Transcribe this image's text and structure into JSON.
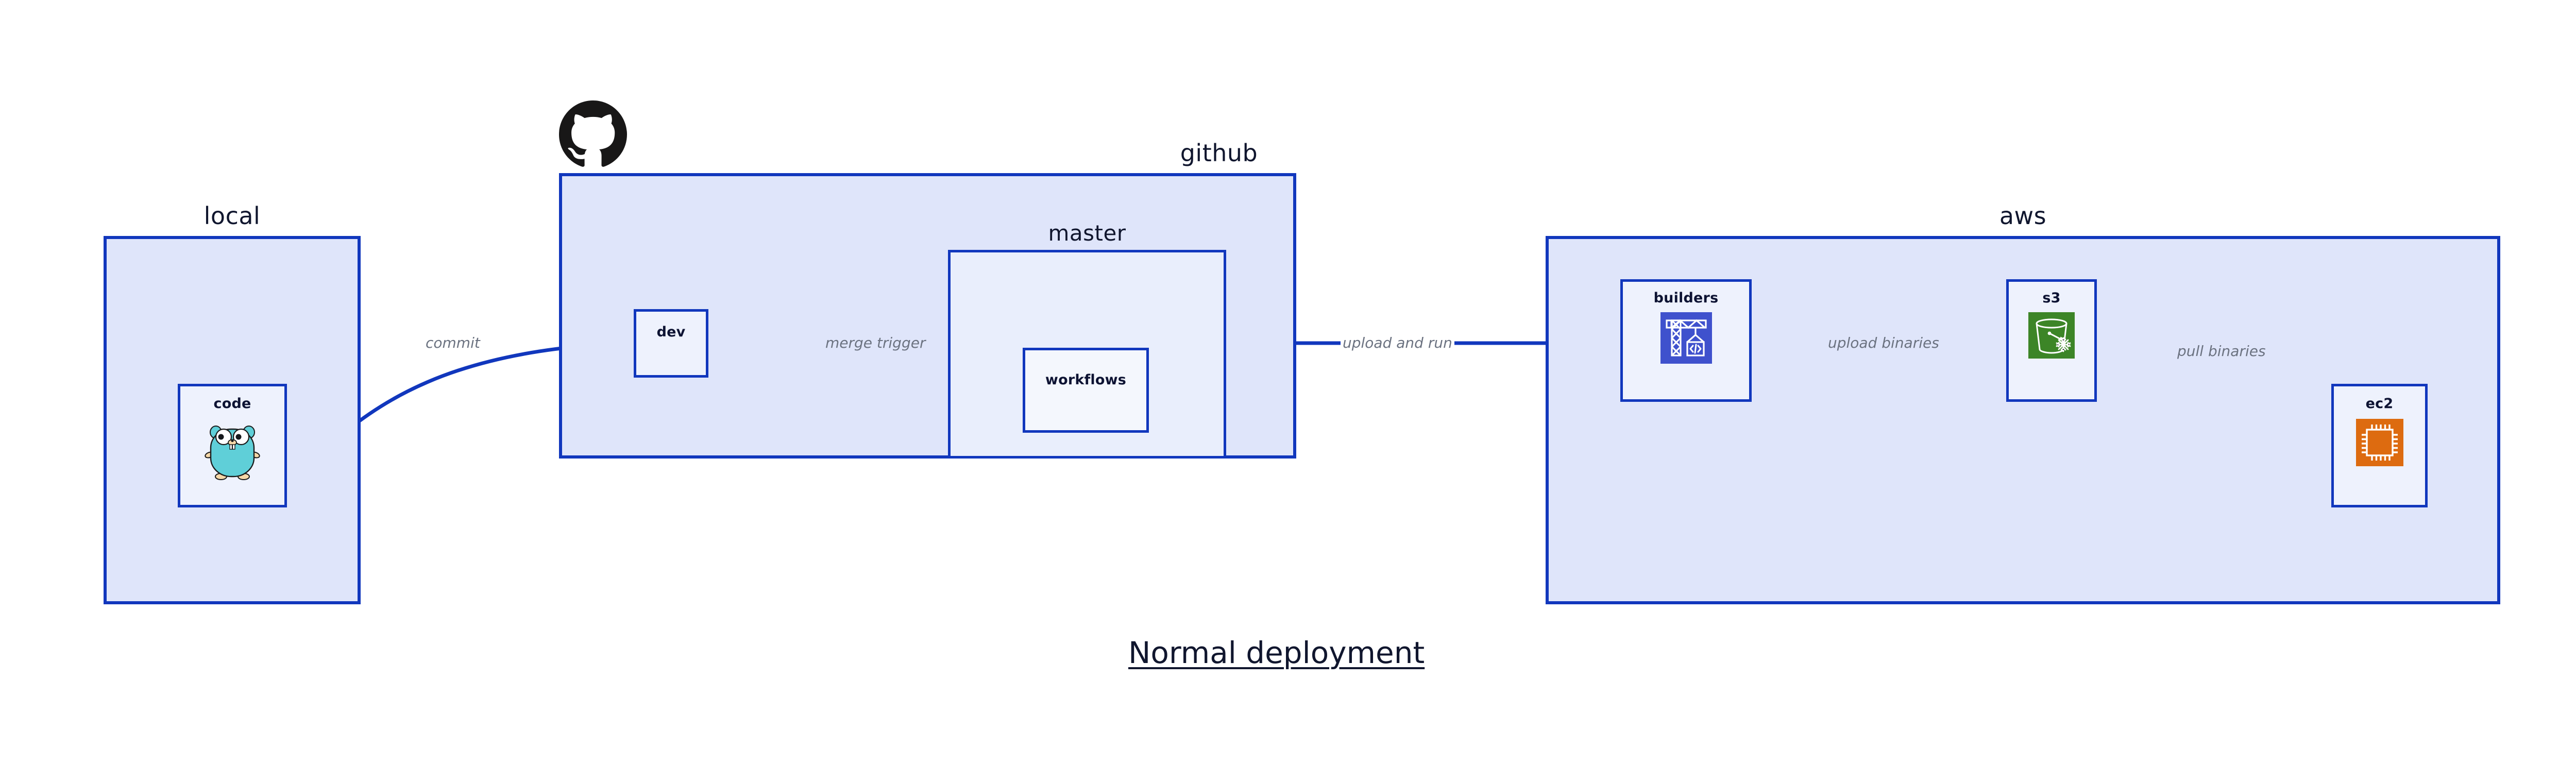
{
  "diagram": {
    "title": "Normal deployment",
    "colors": {
      "container_fill": "#dfe5fa",
      "subcontainer_fill": "#e9eefc",
      "node_fill": "#eef2fd",
      "border": "#1137bd",
      "edge_stroke": "#1137bd",
      "title_text": "#10162e",
      "edge_label_text": "#6b7280",
      "codebuild_icon": "#3f51cd",
      "s3_icon": "#3c8527",
      "ec2_icon": "#dd6b10",
      "github_icon": "#181717",
      "gopher_body": "#5fcfd8"
    }
  },
  "groups": {
    "local": {
      "label": "local"
    },
    "github": {
      "label": "github",
      "icon": "github-octocat-icon"
    },
    "master": {
      "label": "master"
    },
    "aws": {
      "label": "aws"
    }
  },
  "nodes": {
    "code": {
      "label": "code",
      "icon": "go-gopher-icon"
    },
    "dev": {
      "label": "dev",
      "icon": ""
    },
    "workflows": {
      "label": "workflows",
      "icon": ""
    },
    "builders": {
      "label": "builders",
      "icon": "aws-codebuild-icon"
    },
    "s3": {
      "label": "s3",
      "icon": "aws-s3-bucket-icon"
    },
    "ec2": {
      "label": "ec2",
      "icon": "aws-ec2-chip-icon"
    }
  },
  "edges": [
    {
      "id": "commit",
      "label": "commit",
      "from": "code",
      "to": "dev"
    },
    {
      "id": "merge-trigger",
      "label": "merge trigger",
      "from": "dev",
      "to": "workflows"
    },
    {
      "id": "upload-and-run",
      "label": "upload and run",
      "from": "workflows",
      "to": "builders"
    },
    {
      "id": "upload-binaries",
      "label": "upload binaries",
      "from": "builders",
      "to": "s3"
    },
    {
      "id": "pull-binaries",
      "label": "pull binaries",
      "from": "s3",
      "to": "ec2"
    }
  ]
}
